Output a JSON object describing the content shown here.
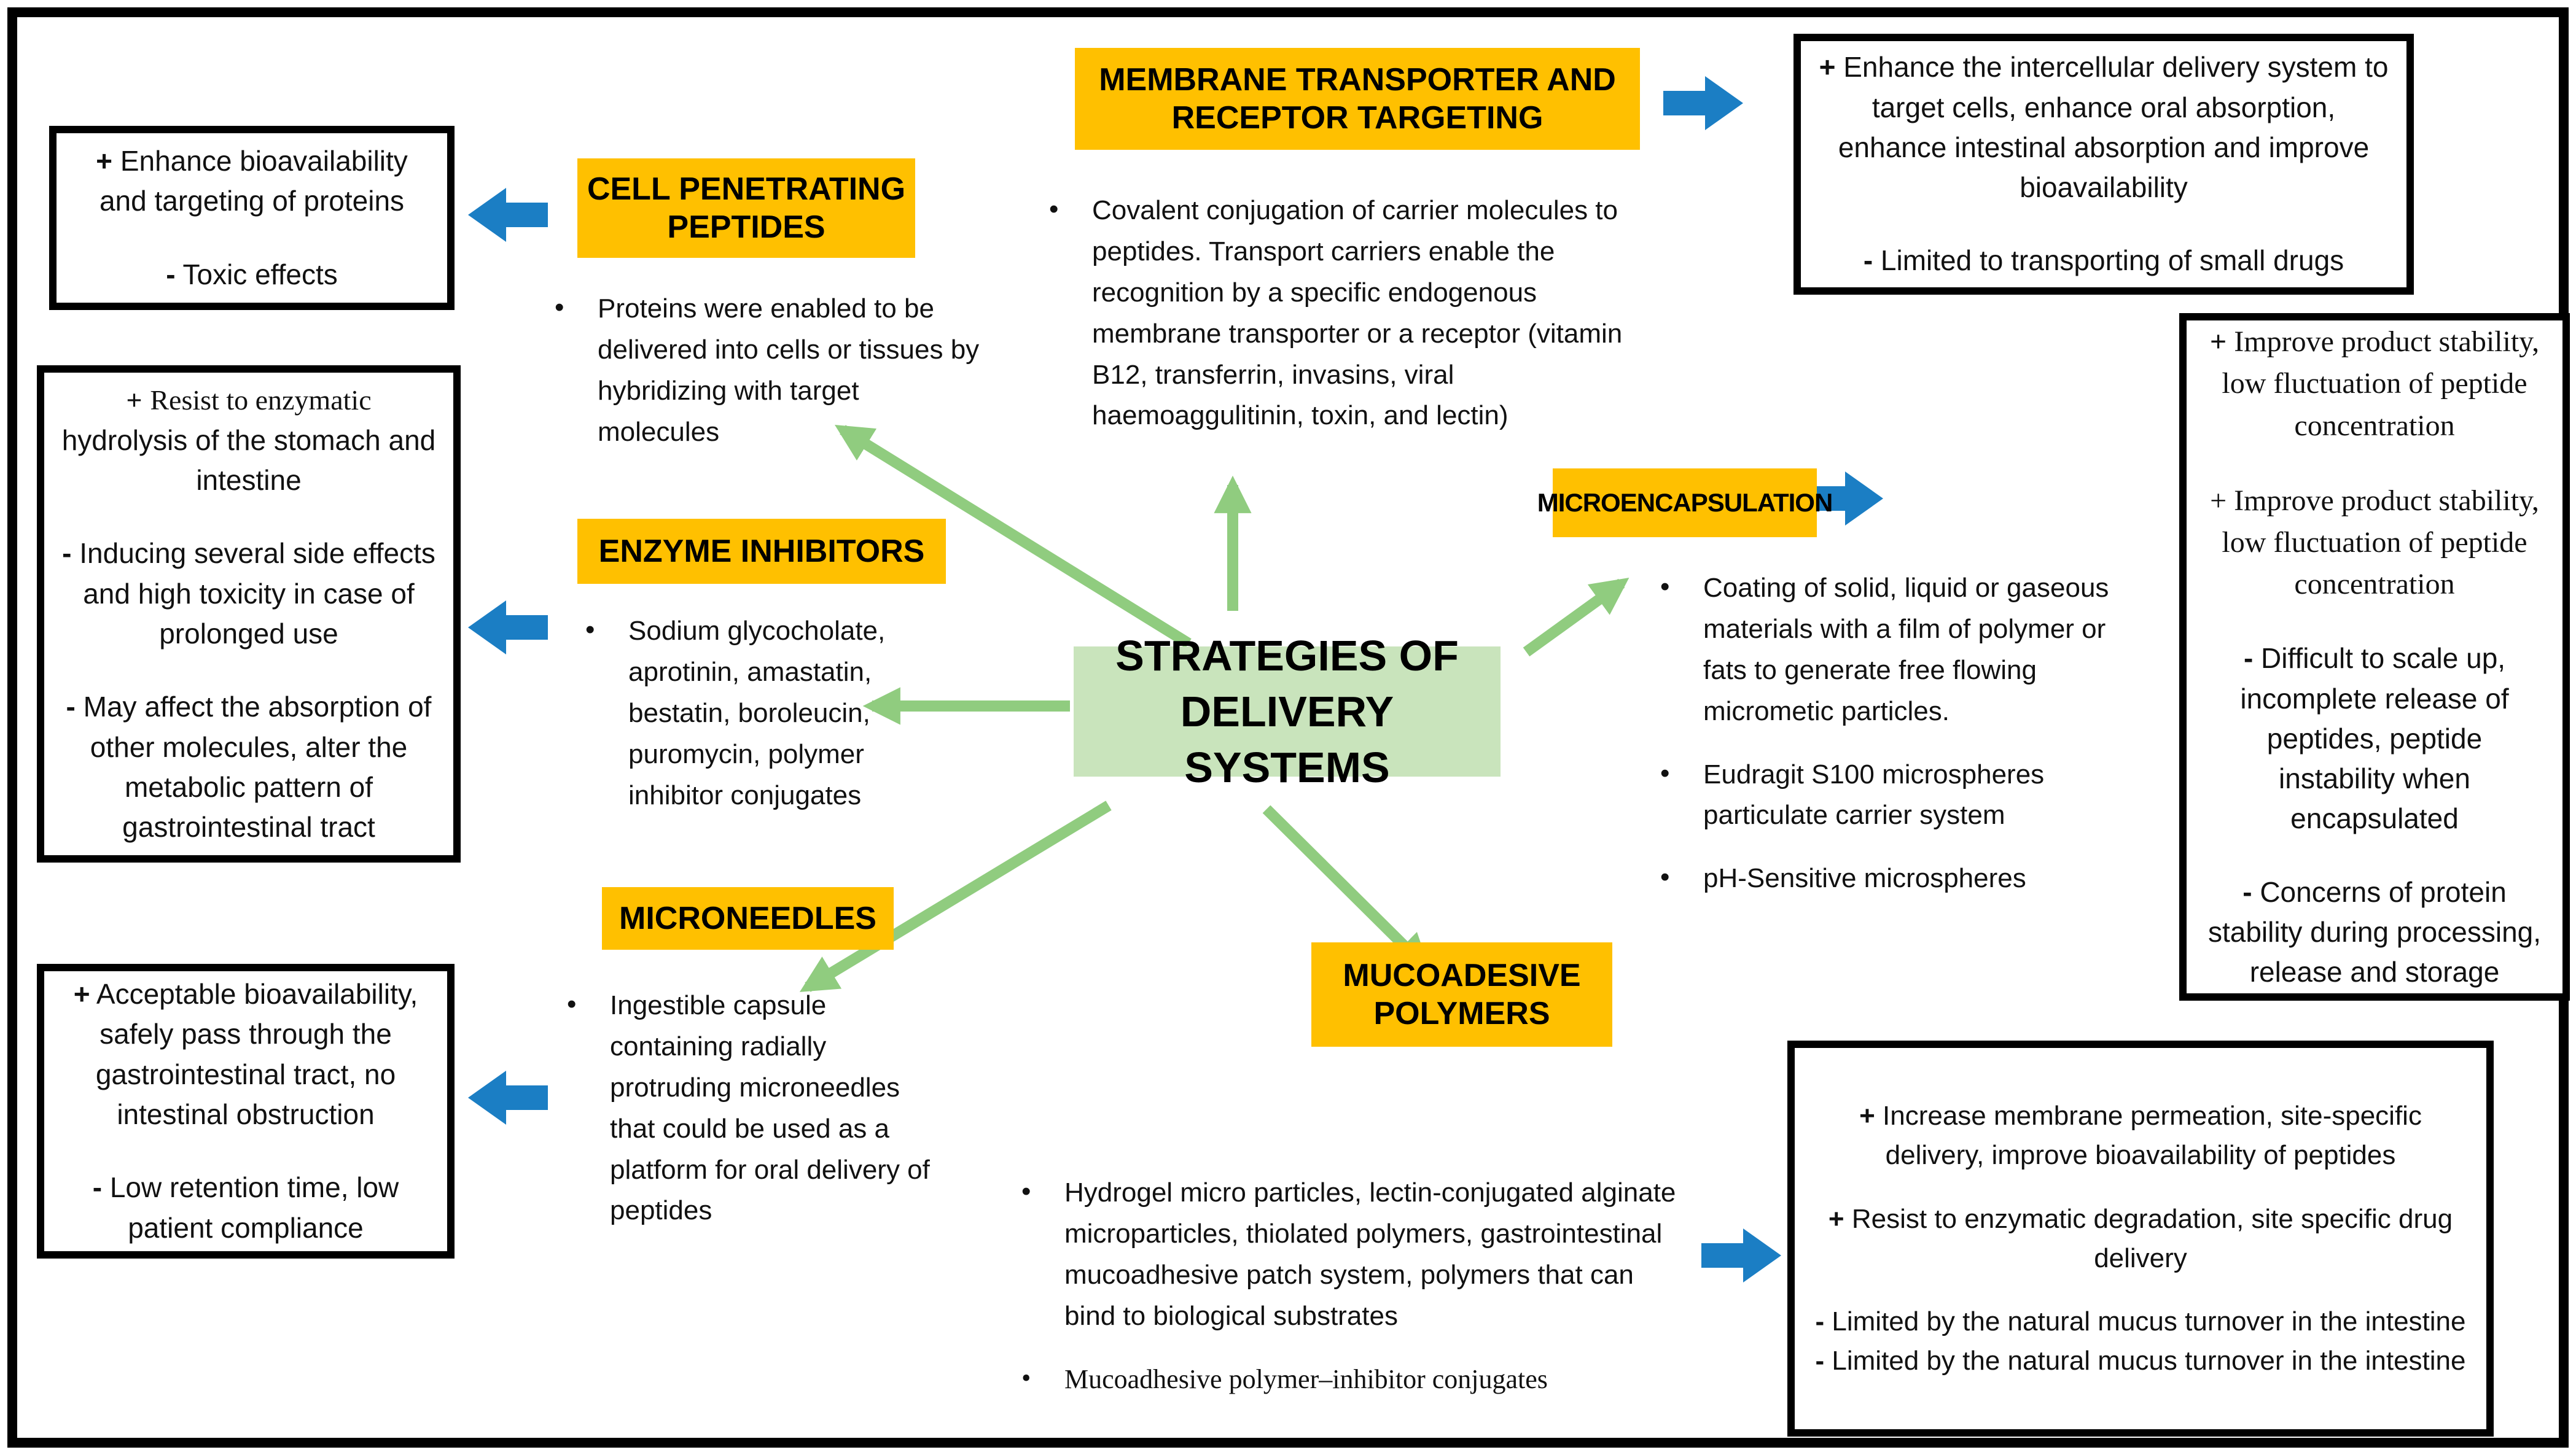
{
  "diagram_title": "STRATEGIES OF DELIVERY SYSTEMS",
  "colors": {
    "header_bg": "#FFC000",
    "center_bg": "#C9E4BC",
    "arrow_green": "#90CC7F",
    "arrow_blue": "#1B7EC4",
    "box_border": "#000000",
    "text": "#111111"
  },
  "headers": {
    "cpp": "CELL PENETRATING PEPTIDES",
    "membrane": "MEMBRANE TRANSPORTER AND RECEPTOR TARGETING",
    "enzyme": "ENZYME INHIBITORS",
    "micro": "MICROENCAPSULATION",
    "microneedles": "MICRONEEDLES",
    "muco": "MUCOADESIVE POLYMERS"
  },
  "bullets": {
    "cpp": {
      "b0": "Proteins were enabled to be delivered into cells or tissues by hybridizing with target molecules"
    },
    "membrane": {
      "b0": "Covalent conjugation of carrier molecules to peptides. Transport carriers enable the recognition by a specific endogenous membrane transporter or a receptor (vitamin B12, transferrin, invasins, viral haemoaggulitinin, toxin, and lectin)"
    },
    "micro": {
      "b0": "Coating of solid, liquid or gaseous materials with a film of polymer or fats to generate free flowing micrometic particles.",
      "b1": "Eudragit S100 microspheres particulate carrier system",
      "b2": "pH-Sensitive microspheres"
    },
    "enzyme": {
      "b0": "Sodium glycocholate, aprotinin, amastatin, bestatin, boroleucin, puromycin, polymer inhibitor conjugates"
    },
    "microneedles": {
      "b0": "Ingestible capsule containing radially protruding microneedles that could be used as a platform for oral delivery of peptides"
    },
    "muco": {
      "b0": "Hydrogel micro particles, lectin-conjugated alginate microparticles, thiolated polymers, gastrointestinal mucoadhesive patch system, polymers that can bind to biological substrates",
      "b1": "Mucoadhesive polymer–inhibitor conjugates"
    }
  },
  "boxes": {
    "top_left": {
      "i0_sign": "+",
      "i0_text": "Enhance bioavailability and targeting of proteins",
      "i1_sign": "-",
      "i1_text": "Toxic effects"
    },
    "middle_left": {
      "i0_sign": "+",
      "i0_serif": "Resist to enzymatic",
      "i0_text": " hydrolysis of the stomach and intestine",
      "i1_sign": "-",
      "i1_text": "Inducing several side effects and high toxicity in case of prolonged use",
      "i2_sign": "-",
      "i2_text": "May affect the absorption of other molecules, alter the metabolic pattern of gastrointestinal tract"
    },
    "bottom_left": {
      "i0_sign": "+",
      "i0_text": "Acceptable bioavailability, safely pass through the gastrointestinal tract, no intestinal obstruction",
      "i1_sign": "-",
      "i1_text": "Low retention time, low patient compliance"
    },
    "top_right": {
      "i0_sign": "+",
      "i0_text": "Enhance the intercellular delivery system to target cells, enhance oral absorption, enhance intestinal absorption and improve bioavailability",
      "i1_sign": "-",
      "i1_text": "Limited to transporting of small drugs"
    },
    "right": {
      "i0_sign": "+",
      "i0_text": "Improve product stability, low fluctuation of peptide concentration",
      "i1_sign": "+",
      "i1_text": "Improve product stability, low fluctuation of peptide concentration",
      "i2_sign": "-",
      "i2_text": "Difficult to scale up, incomplete release of peptides, peptide instability when encapsulated",
      "i3_sign": "-",
      "i3_text": "Concerns of protein stability during processing, release and storage"
    },
    "bottom_right": {
      "i0_sign": "+",
      "i0_text": "Increase membrane permeation, site-specific delivery, improve bioavailability of peptides",
      "i1_sign": "+",
      "i1_text": "Resist to enzymatic degradation, site specific drug delivery",
      "i2_sign": "-",
      "i2_text": "Limited by the natural mucus turnover in the intestine",
      "i3_sign": "-",
      "i3_text": "Limited by the natural mucus turnover in the intestine"
    }
  },
  "icons": {
    "green_arrows": [
      "arrow-up-left-icon",
      "arrow-up-icon",
      "arrow-up-right-icon",
      "arrow-left-icon",
      "arrow-down-left-icon",
      "arrow-down-right-icon"
    ],
    "blue_arrows": [
      "block-arrow-left-icon",
      "block-arrow-left-icon",
      "block-arrow-left-icon",
      "block-arrow-right-icon",
      "block-arrow-right-icon",
      "block-arrow-right-icon"
    ]
  }
}
